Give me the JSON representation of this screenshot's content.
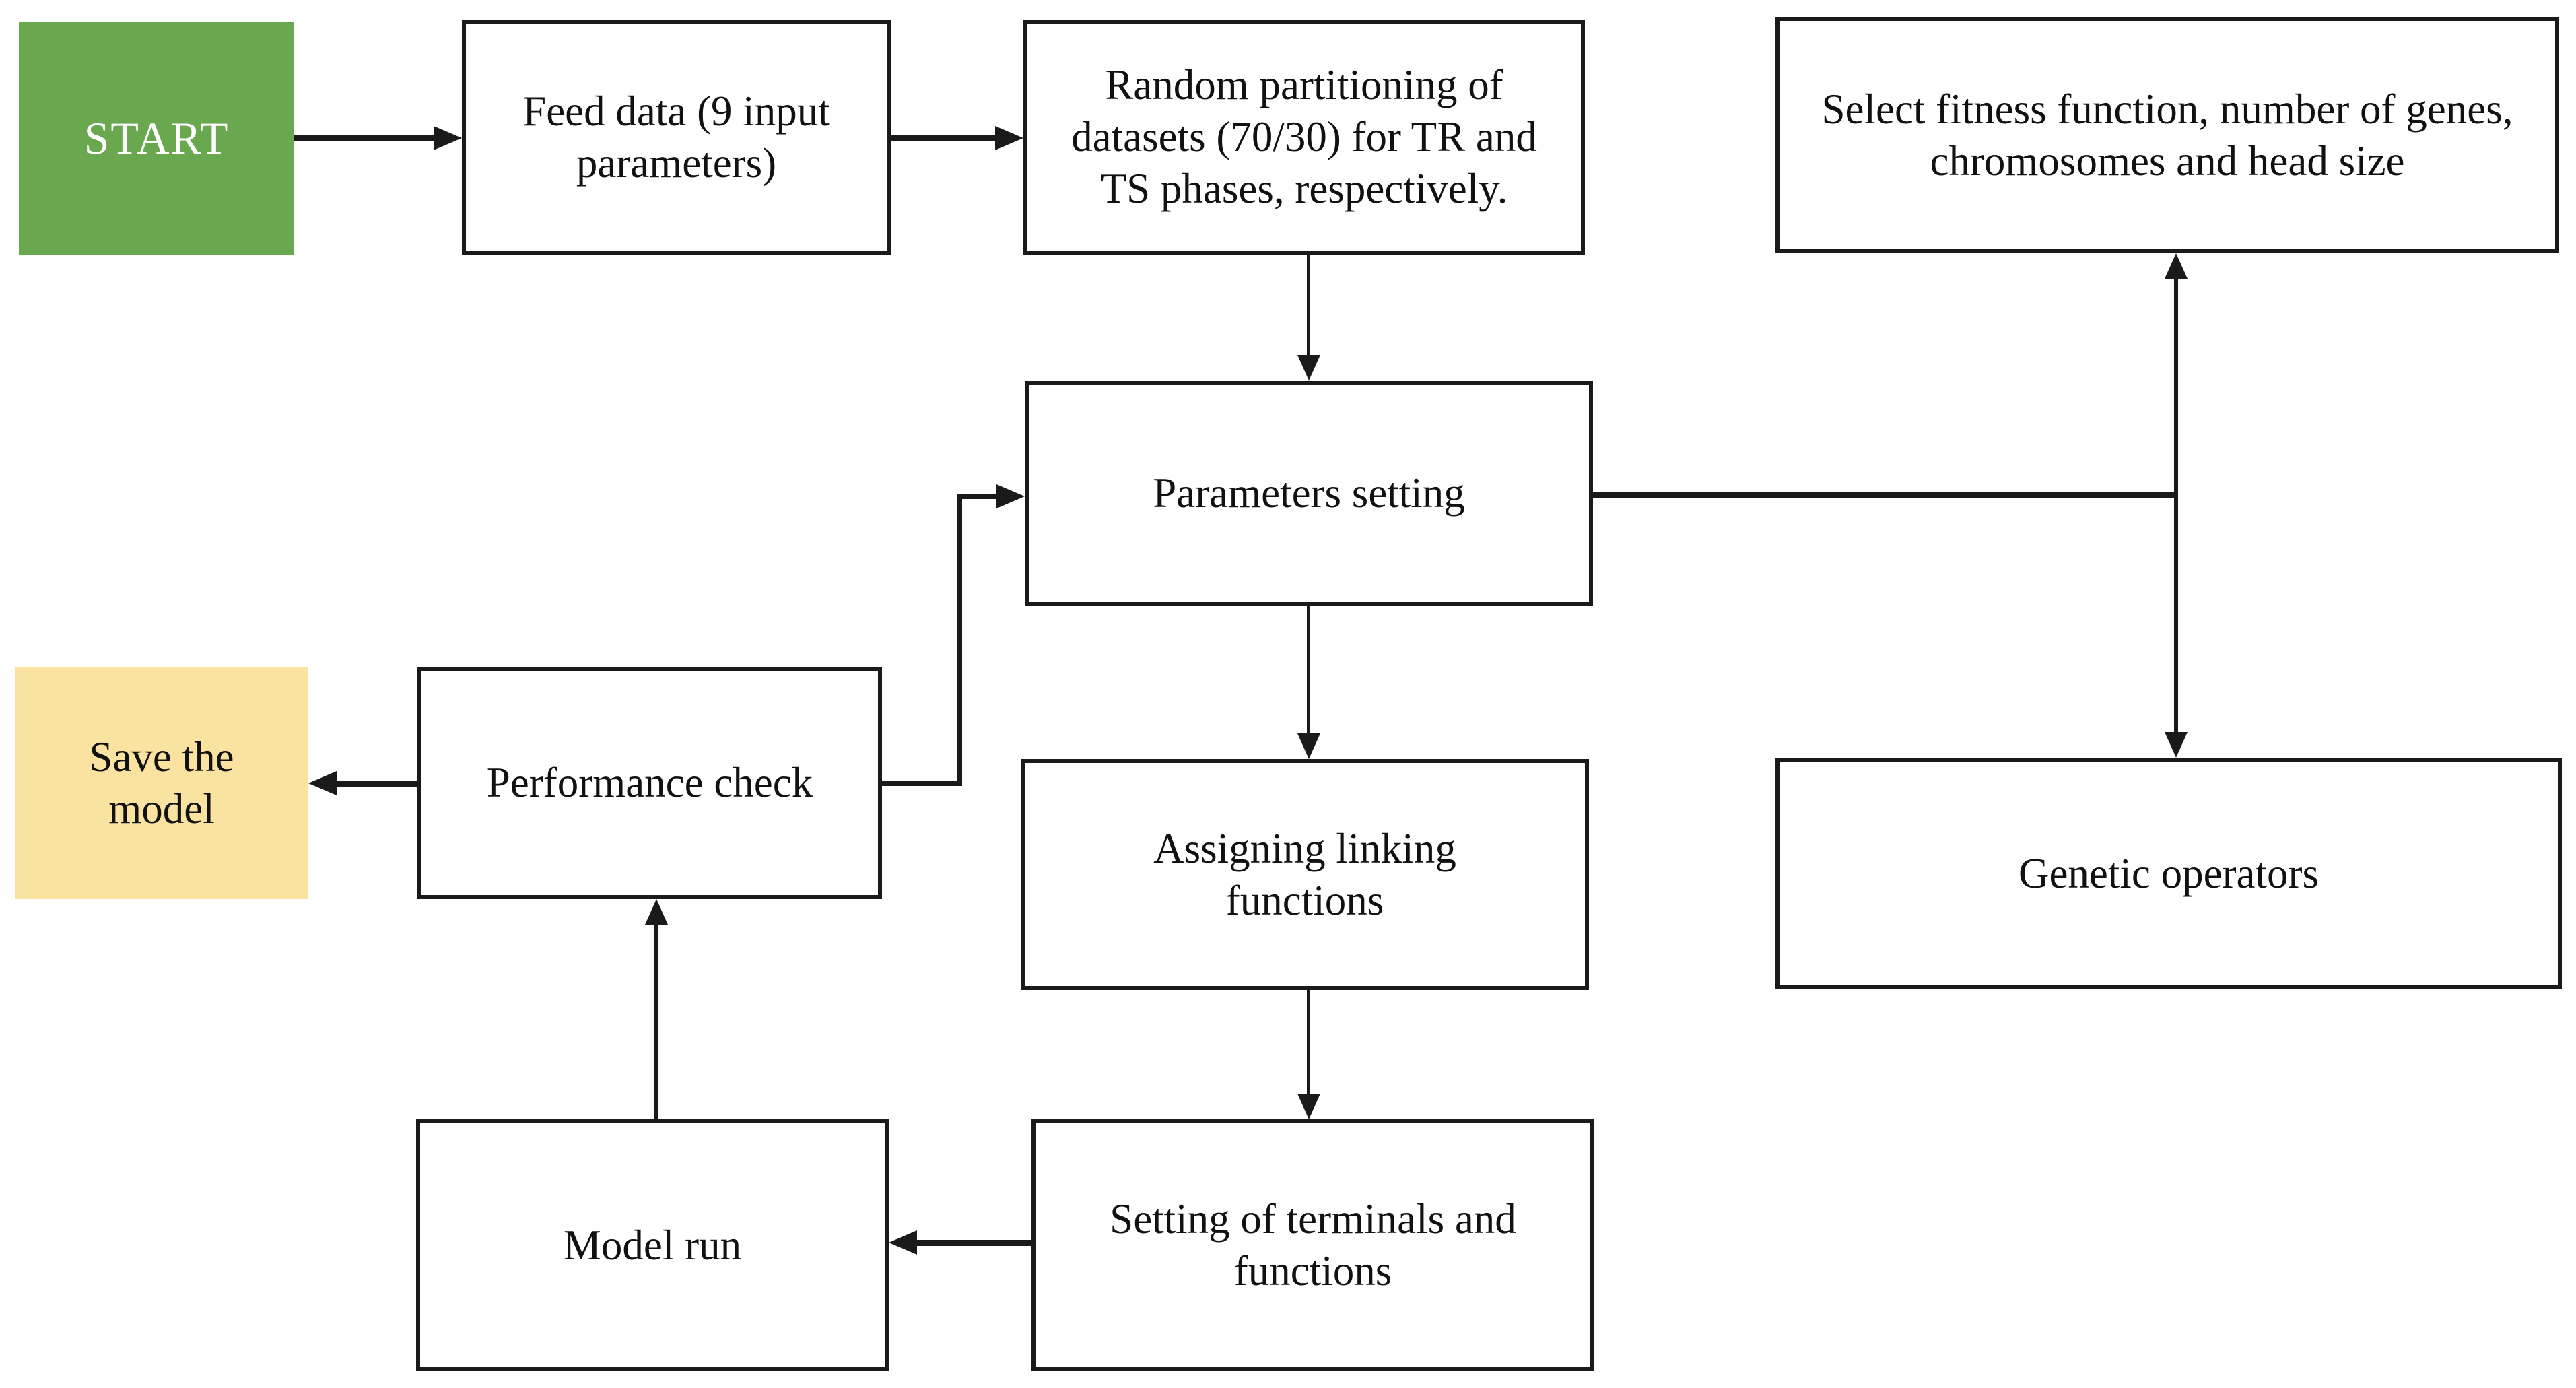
{
  "diagram": {
    "type": "flowchart",
    "background": "#ffffff",
    "colors": {
      "start_fill": "#6aa84f",
      "start_text": "#ffffff",
      "save_model_fill": "#fae3a0",
      "process_fill": "#ffffff",
      "line_color": "#1a1a1a",
      "text_color": "#111111"
    },
    "nodes": {
      "start": {
        "label": "START"
      },
      "feed_data": {
        "label": "Feed data (9 input parameters)"
      },
      "random_partitioning": {
        "label": "Random partitioning of datasets (70/30) for TR and TS phases, respectively."
      },
      "select_fitness": {
        "label": "Select fitness function, number of genes, chromosomes and head size"
      },
      "parameters_setting": {
        "label": "Parameters setting"
      },
      "save_model": {
        "label": "Save the model"
      },
      "performance_check": {
        "label": "Performance check"
      },
      "assigning_linking": {
        "label": "Assigning linking functions"
      },
      "genetic_operators": {
        "label": "Genetic operators"
      },
      "model_run": {
        "label": "Model run"
      },
      "setting_terminals": {
        "label": "Setting of terminals and functions"
      }
    },
    "edges": [
      {
        "from": "start",
        "to": "feed_data"
      },
      {
        "from": "feed_data",
        "to": "random_partitioning"
      },
      {
        "from": "random_partitioning",
        "to": "parameters_setting"
      },
      {
        "from": "parameters_setting",
        "to": "select_fitness"
      },
      {
        "from": "parameters_setting",
        "to": "genetic_operators"
      },
      {
        "from": "parameters_setting",
        "to": "assigning_linking"
      },
      {
        "from": "assigning_linking",
        "to": "setting_terminals"
      },
      {
        "from": "setting_terminals",
        "to": "model_run"
      },
      {
        "from": "model_run",
        "to": "performance_check"
      },
      {
        "from": "performance_check",
        "to": "save_model"
      },
      {
        "from": "performance_check",
        "to": "parameters_setting"
      }
    ]
  }
}
